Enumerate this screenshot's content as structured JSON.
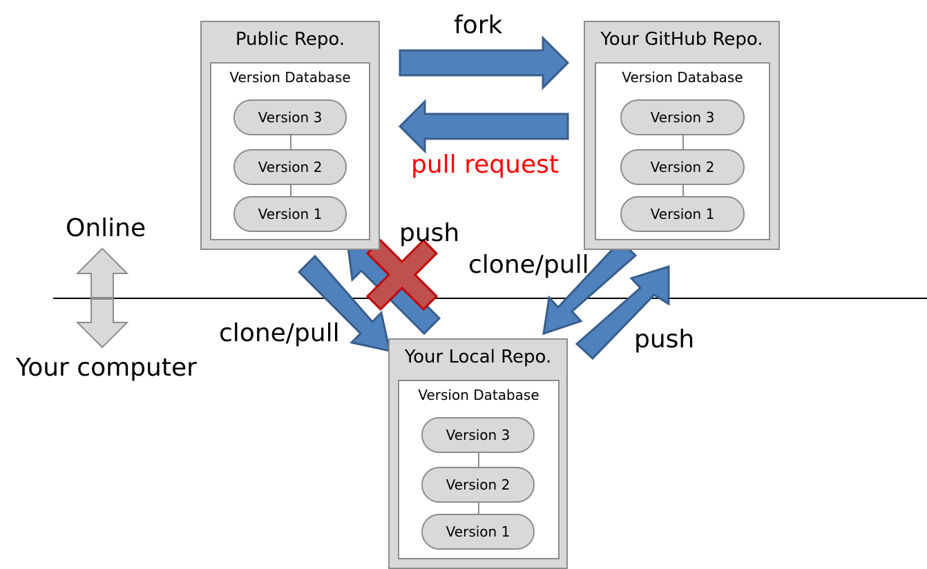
{
  "online_label": "Online",
  "computer_label": "Your computer",
  "repos": {
    "public": {
      "title": "Public Repo.",
      "db_title": "Version Database",
      "versions": [
        "Version 3",
        "Version 2",
        "Version 1"
      ]
    },
    "github": {
      "title": "Your GitHub Repo.",
      "db_title": "Version Database",
      "versions": [
        "Version 3",
        "Version 2",
        "Version 1"
      ]
    },
    "local": {
      "title": "Your Local Repo.",
      "db_title": "Version Database",
      "versions": [
        "Version 3",
        "Version 2",
        "Version 1"
      ]
    }
  },
  "actions": {
    "fork": "fork",
    "pull_request": "pull request",
    "push_blocked": "push",
    "clone_pull_public": "clone/pull",
    "clone_pull_github": "clone/pull",
    "push_github": "push"
  },
  "colors": {
    "arrow_fill": "#4f81bd",
    "arrow_stroke": "#385d8a",
    "cross_fill": "#c0504d",
    "cross_stroke": "#c00000",
    "pull_request_text": "#ff0000",
    "box_fill": "#d9d9d9"
  }
}
